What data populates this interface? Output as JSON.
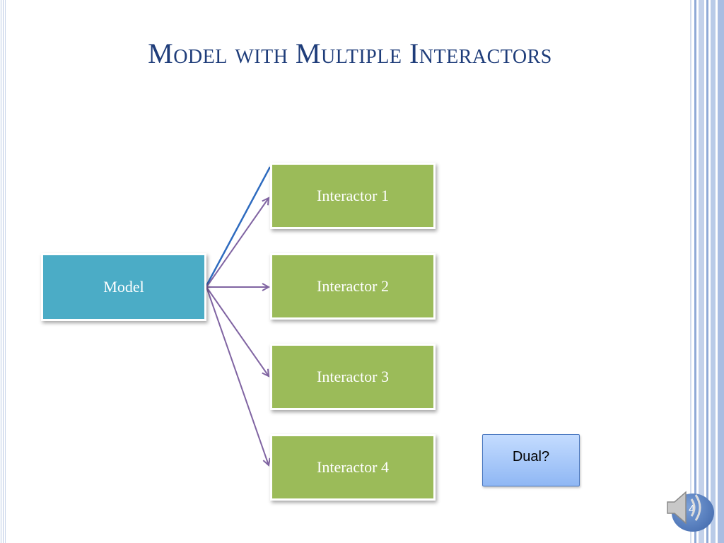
{
  "slide": {
    "title": "Model with Multiple Interactors",
    "number": "4"
  },
  "diagram": {
    "model_label": "Model",
    "interactors": [
      "Interactor 1",
      "Interactor 2",
      "Interactor 3",
      "Interactor 4"
    ],
    "callout": "Dual?"
  },
  "colors": {
    "model_fill": "#4bacc6",
    "interactor_fill": "#9bbb59",
    "arrow": "#8064a2",
    "extra_line": "#2e6bbf",
    "title": "#1f3d7a"
  },
  "icons": [
    "speaker-icon"
  ]
}
